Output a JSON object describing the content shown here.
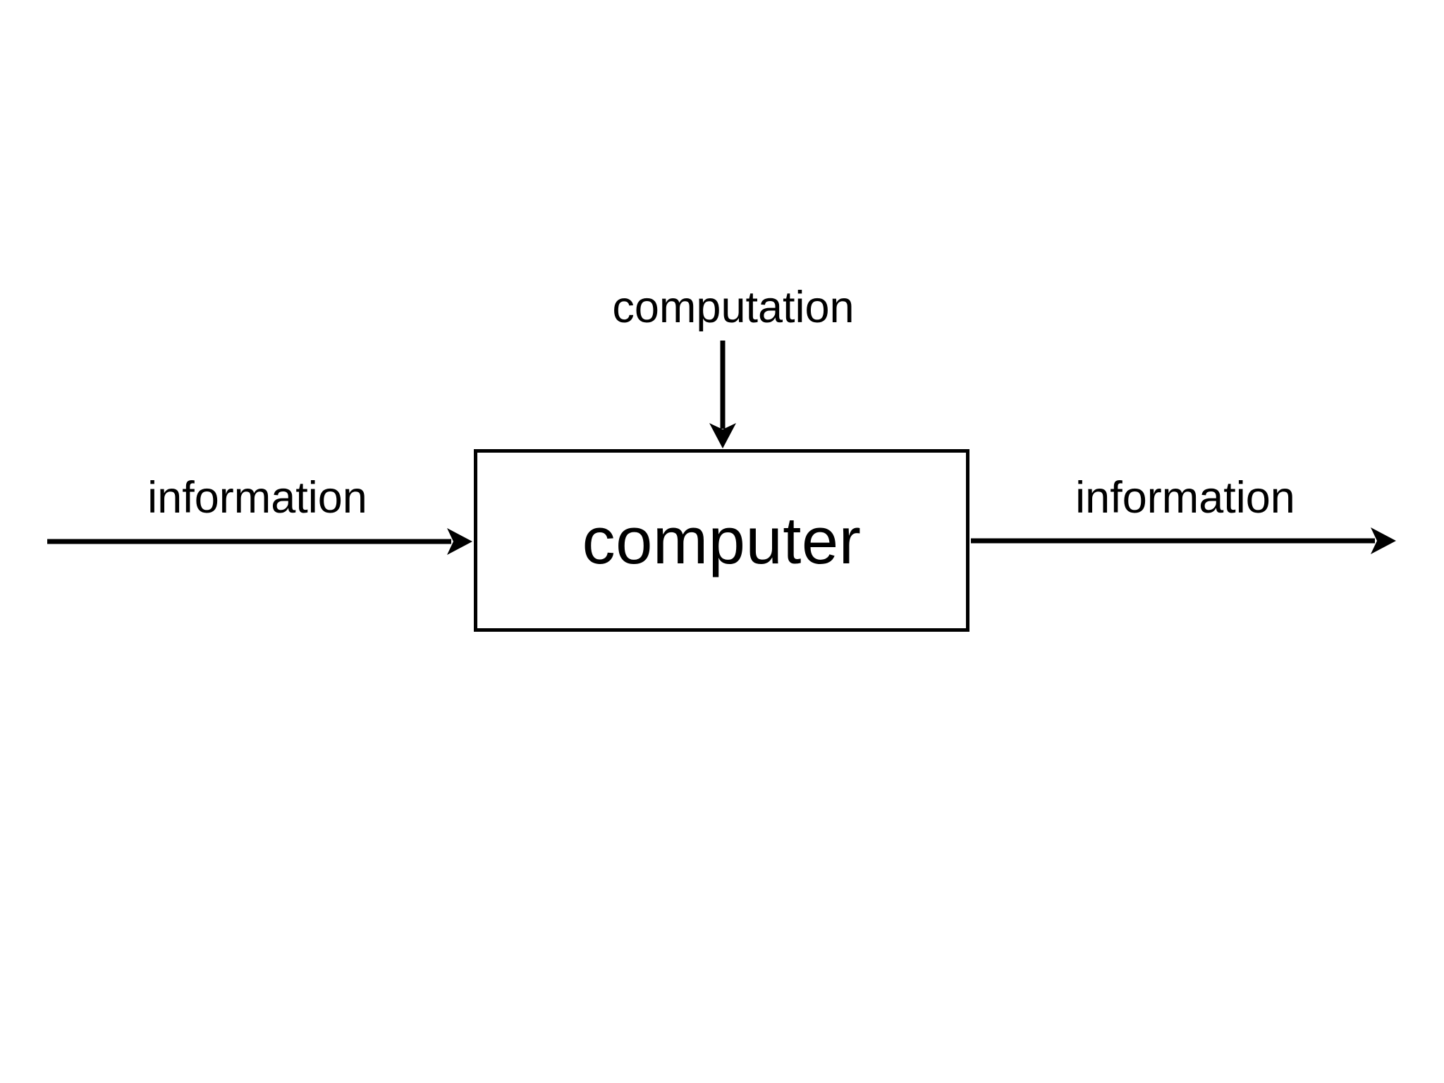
{
  "diagram": {
    "background_color": "#ffffff",
    "ink_color": "#000000",
    "box": {
      "label": "computer"
    },
    "inputs": {
      "left": {
        "label": "information",
        "direction": "into-box-from-left"
      },
      "top": {
        "label": "computation",
        "direction": "into-box-from-top"
      }
    },
    "output": {
      "label": "information",
      "direction": "out-of-box-to-right"
    }
  }
}
